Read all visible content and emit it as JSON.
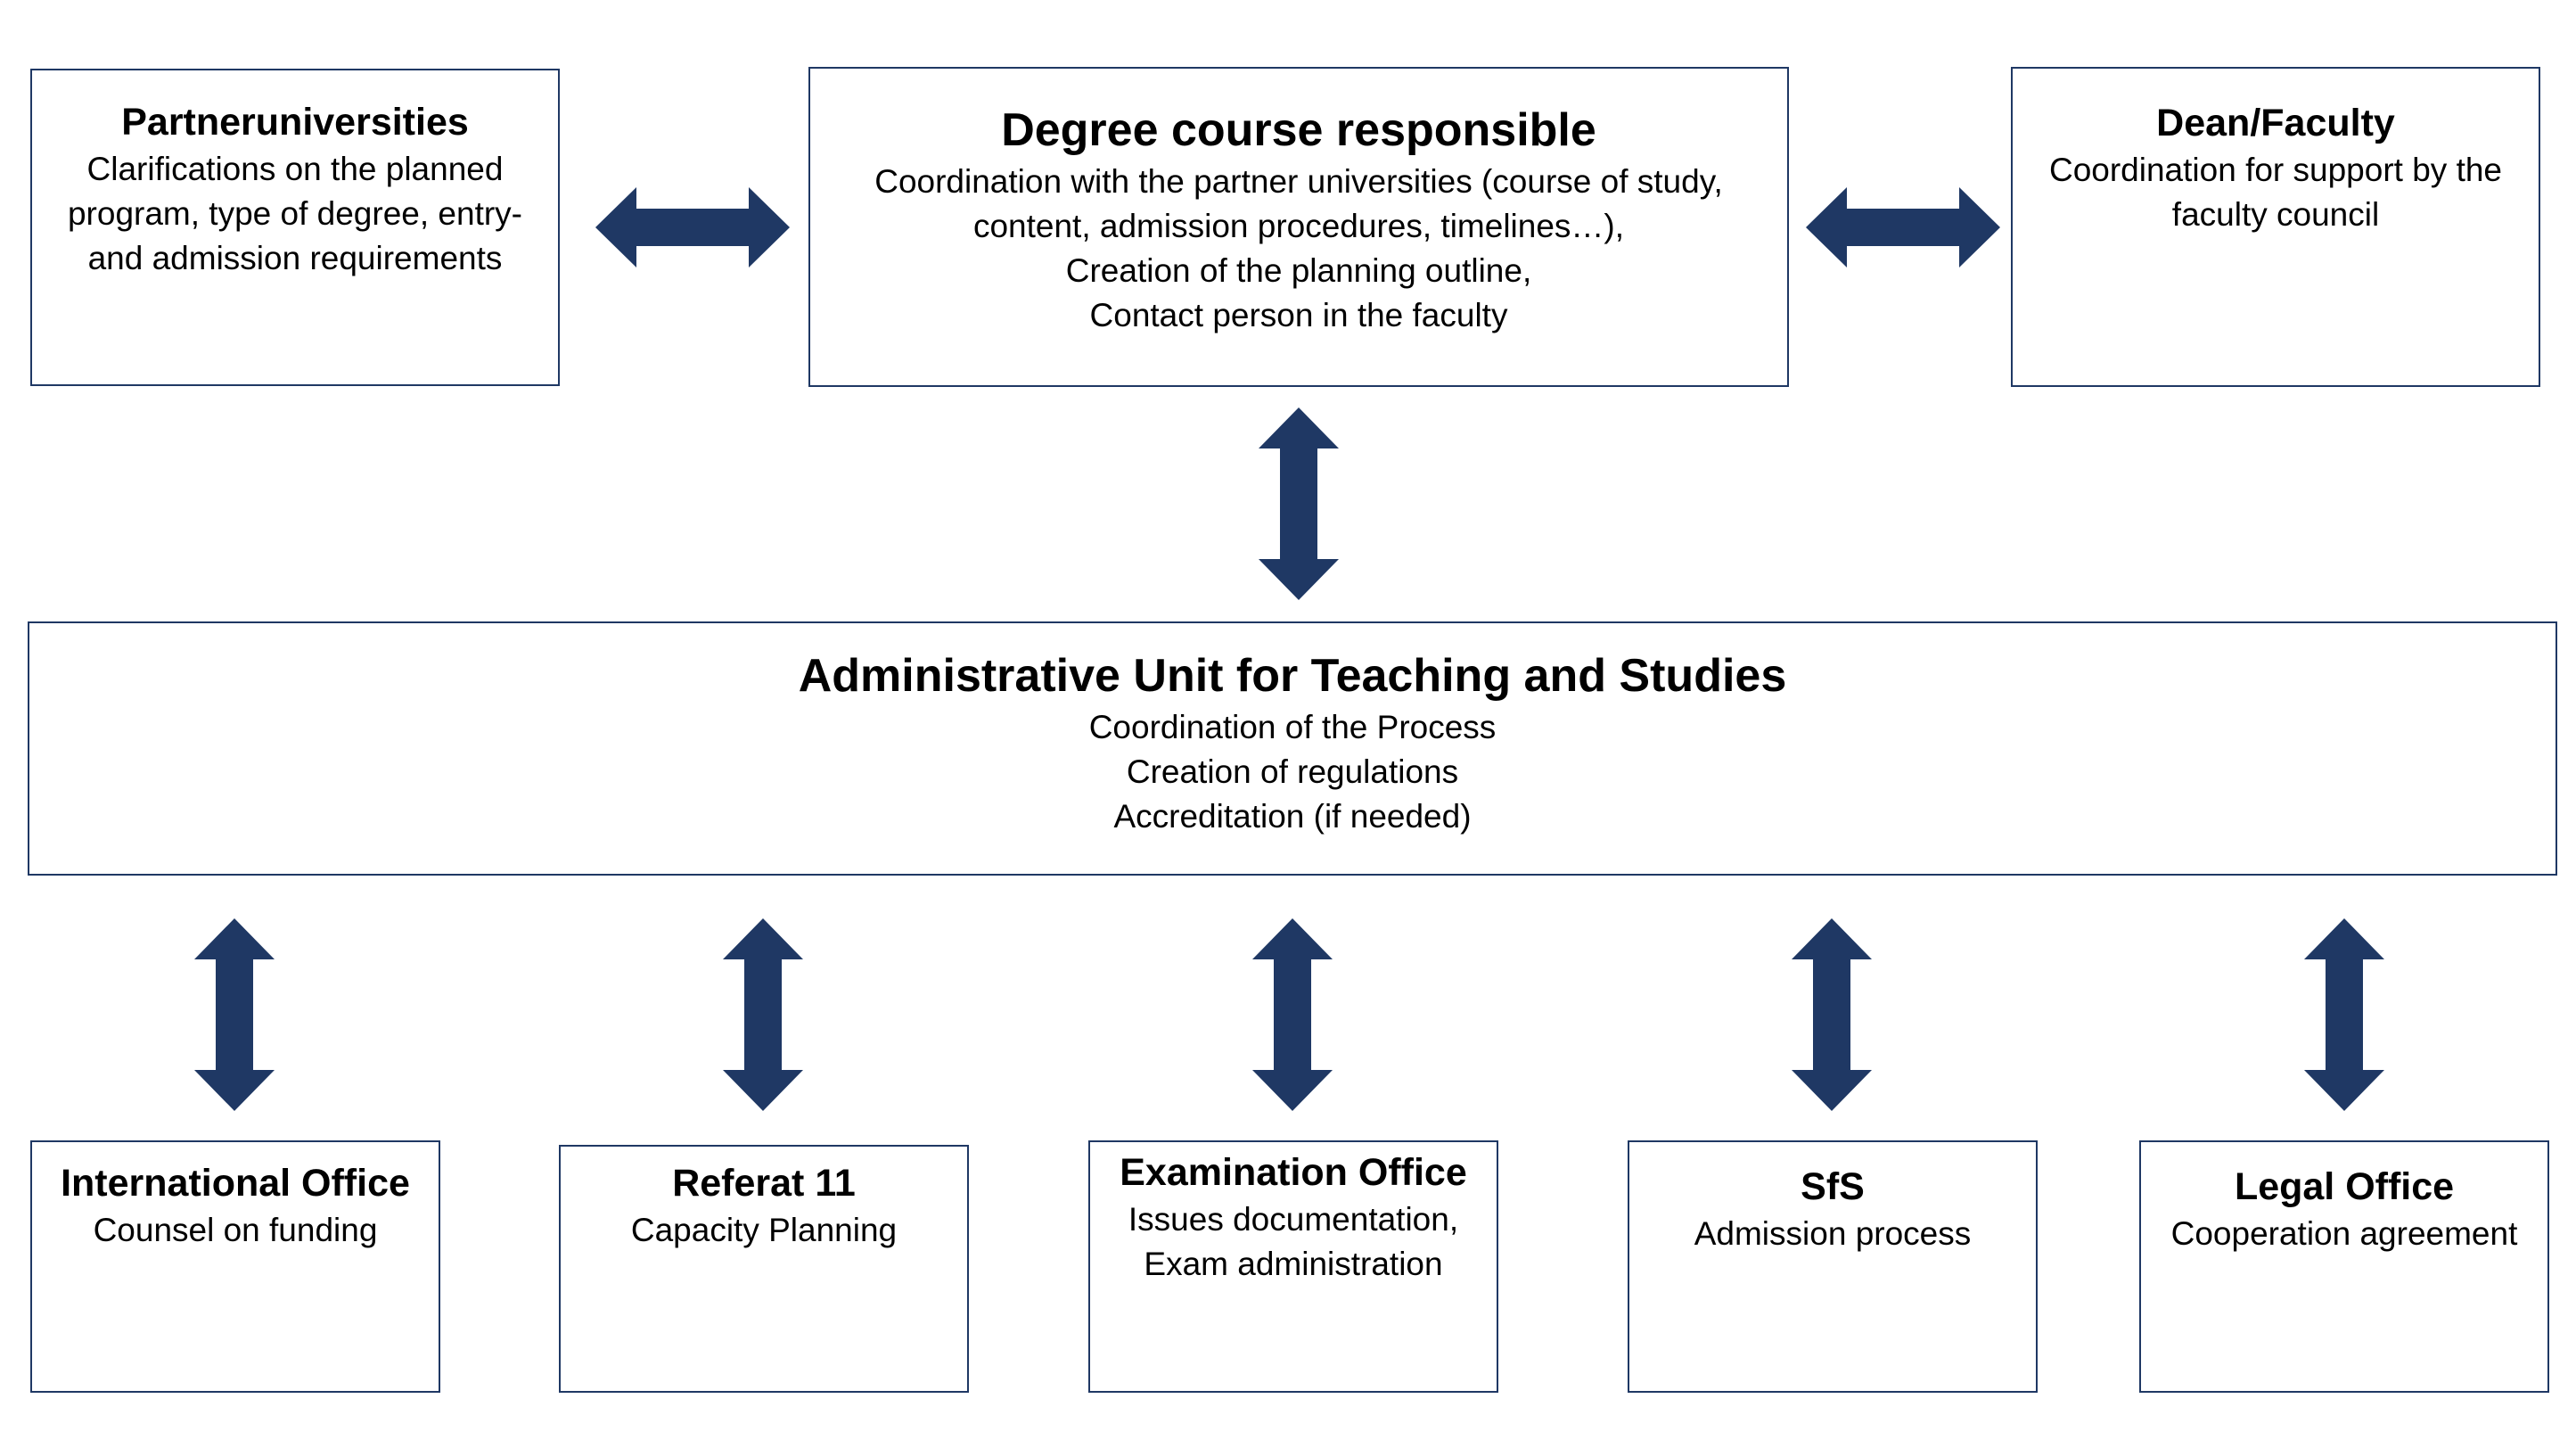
{
  "colors": {
    "arrow": "#1f3864",
    "box_border": "#1f3864",
    "background": "#ffffff"
  },
  "top_row": {
    "partner": {
      "title": "Partneruniversities",
      "lines": [
        "Clarifications on the planned",
        "program, type of degree, entry-",
        "and admission requirements"
      ]
    },
    "degree": {
      "title": "Degree course responsible",
      "lines": [
        "Coordination with the partner universities (course of study,",
        "content, admission procedures, timelines…),",
        "Creation of the planning outline,",
        "Contact person in the faculty"
      ]
    },
    "dean": {
      "title": "Dean/Faculty",
      "lines": [
        "Coordination for support by the",
        "faculty council"
      ]
    }
  },
  "admin": {
    "title": "Administrative Unit for Teaching and Studies",
    "lines": [
      "Coordination of the Process",
      "Creation of regulations",
      "Accreditation (if needed)"
    ]
  },
  "bottom_row": {
    "international": {
      "title": "International Office",
      "lines": [
        "Counsel on funding"
      ]
    },
    "referat": {
      "title": "Referat 11",
      "lines": [
        "Capacity Planning"
      ]
    },
    "examination": {
      "title": "Examination Office",
      "lines": [
        "Issues documentation,",
        "Exam administration"
      ]
    },
    "sfs": {
      "title": "SfS",
      "lines": [
        "Admission process"
      ]
    },
    "legal": {
      "title": "Legal Office",
      "lines": [
        "Cooperation agreement"
      ]
    }
  }
}
